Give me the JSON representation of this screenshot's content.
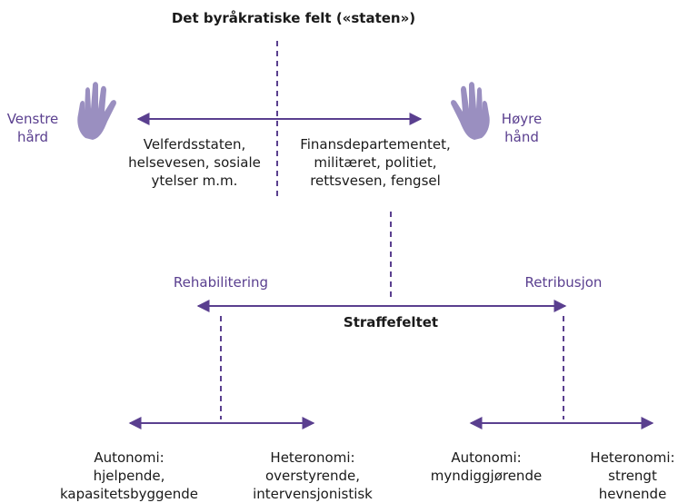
{
  "title": "Det byråkratiske felt («staten»)",
  "left_hand": {
    "label_line1": "Venstre",
    "label_line2": "hård",
    "icon": "hand-icon"
  },
  "right_hand": {
    "label_line1": "Høyre",
    "label_line2": "hånd",
    "icon": "hand-icon"
  },
  "left_field": {
    "line1": "Velferdsstaten,",
    "line2": "helsevesen, sosiale",
    "line3": "ytelser m.m."
  },
  "right_field": {
    "line1": "Finansdepartementet,",
    "line2": "militæret, politiet,",
    "line3": "rettsvesen, fengsel"
  },
  "penal": {
    "left_label": "Rehabilitering",
    "right_label": "Retribusjon",
    "center_label": "Straffefeltet"
  },
  "bottom": {
    "b1": {
      "line1": "Autonomi:",
      "line2": "hjelpende,",
      "line3": "kapasitetsbyggende"
    },
    "b2": {
      "line1": "Heteronomi:",
      "line2": "overstyrende,",
      "line3": "intervensjonistisk"
    },
    "b3": {
      "line1": "Autonomi:",
      "line2": "myndiggjørende"
    },
    "b4": {
      "line1": "Heteronomi:",
      "line2": "strengt",
      "line3": "hevnende"
    }
  },
  "colors": {
    "accent": "#5a3f8f",
    "hand": "#9a8fc0"
  }
}
